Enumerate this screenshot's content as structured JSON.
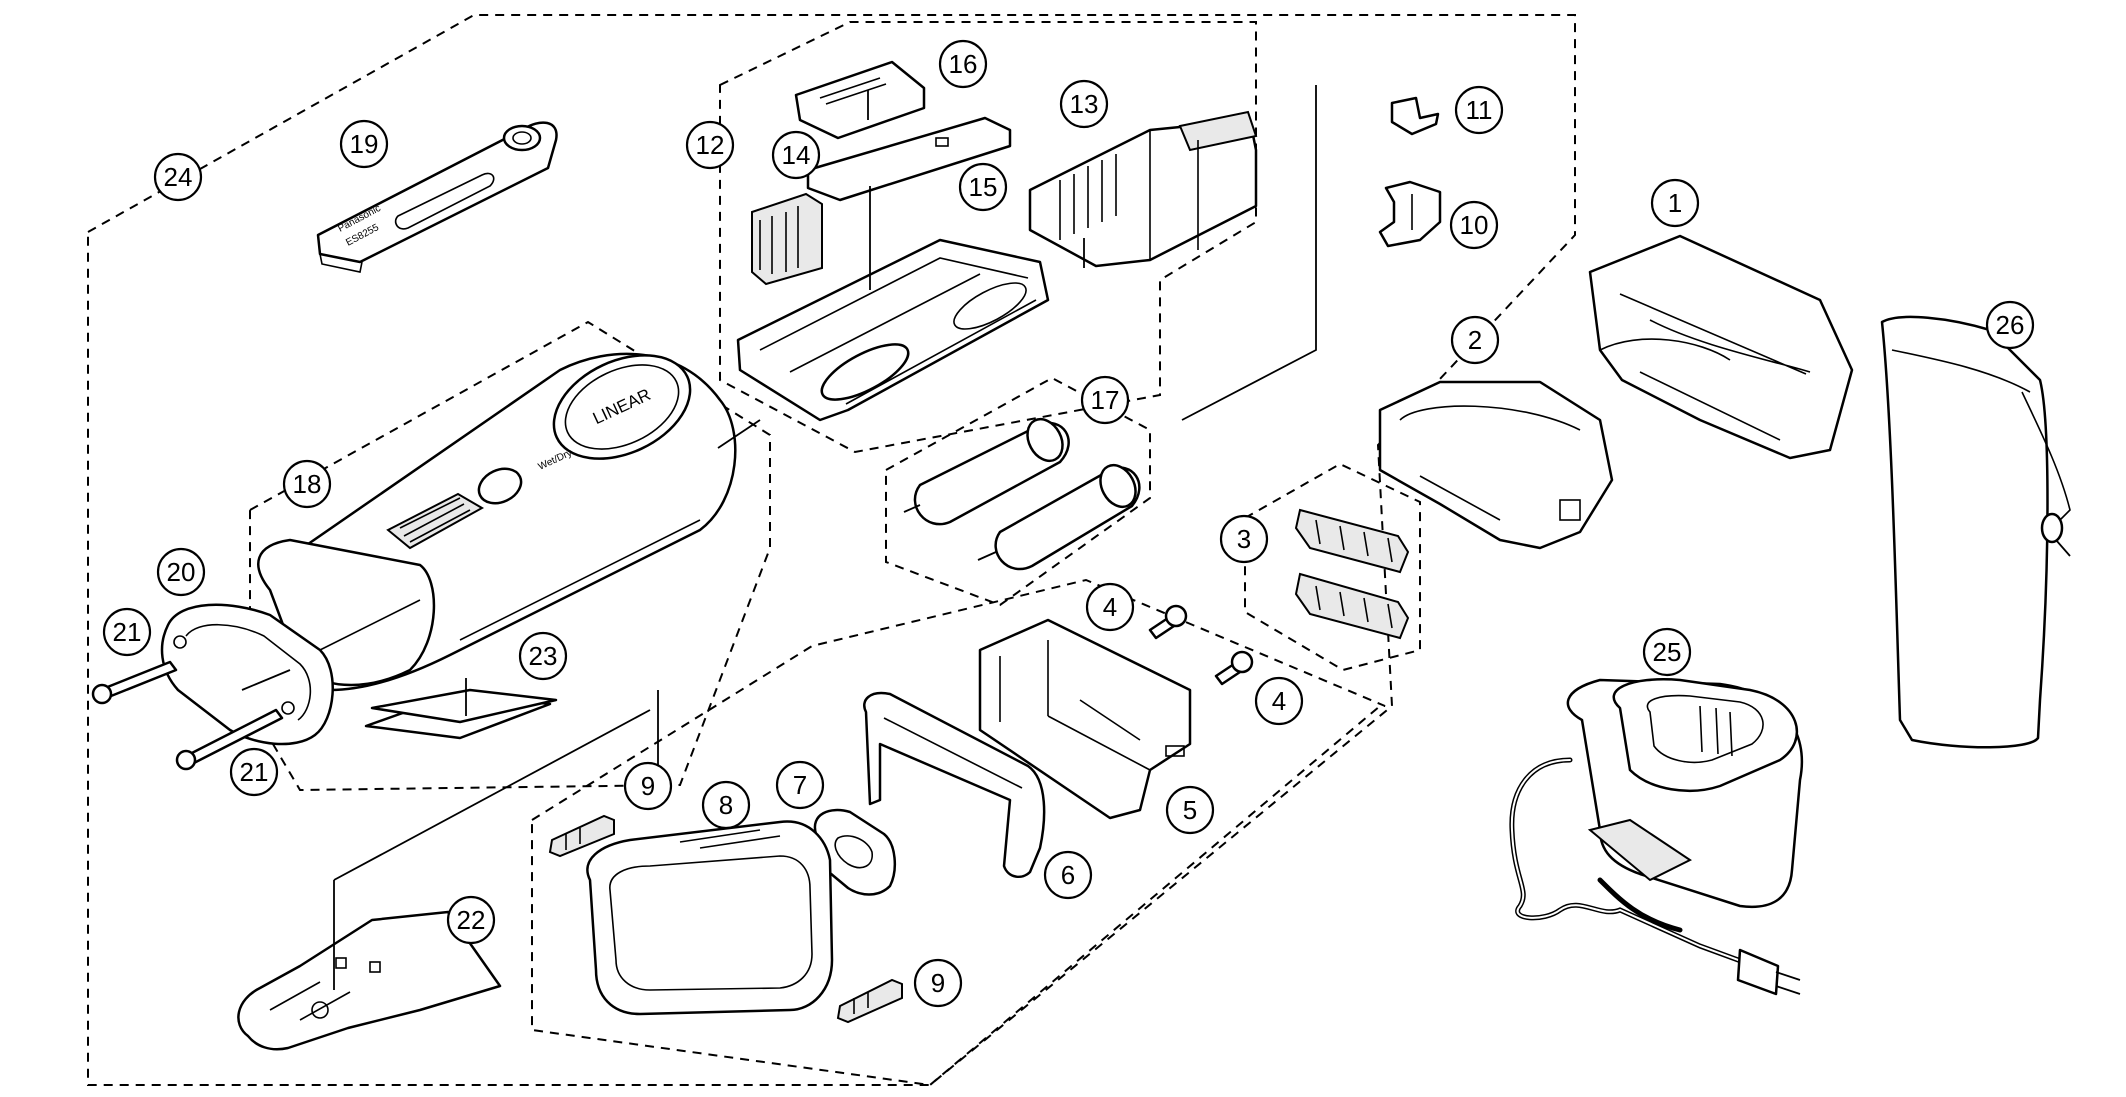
{
  "callouts": [
    {
      "id": "c1",
      "label": "1"
    },
    {
      "id": "c2",
      "label": "2"
    },
    {
      "id": "c3",
      "label": "3"
    },
    {
      "id": "c4a",
      "label": "4"
    },
    {
      "id": "c4b",
      "label": "4"
    },
    {
      "id": "c5",
      "label": "5"
    },
    {
      "id": "c6",
      "label": "6"
    },
    {
      "id": "c7",
      "label": "7"
    },
    {
      "id": "c8",
      "label": "8"
    },
    {
      "id": "c9a",
      "label": "9"
    },
    {
      "id": "c9b",
      "label": "9"
    },
    {
      "id": "c10",
      "label": "10"
    },
    {
      "id": "c11",
      "label": "11"
    },
    {
      "id": "c12",
      "label": "12"
    },
    {
      "id": "c13",
      "label": "13"
    },
    {
      "id": "c14",
      "label": "14"
    },
    {
      "id": "c15",
      "label": "15"
    },
    {
      "id": "c16",
      "label": "16"
    },
    {
      "id": "c17",
      "label": "17"
    },
    {
      "id": "c18",
      "label": "18"
    },
    {
      "id": "c19",
      "label": "19"
    },
    {
      "id": "c20",
      "label": "20"
    },
    {
      "id": "c21a",
      "label": "21"
    },
    {
      "id": "c21b",
      "label": "21"
    },
    {
      "id": "c22",
      "label": "22"
    },
    {
      "id": "c23",
      "label": "23"
    },
    {
      "id": "c24",
      "label": "24"
    },
    {
      "id": "c25",
      "label": "25"
    },
    {
      "id": "c26",
      "label": "26"
    }
  ],
  "product_text": {
    "switch_brand": "LINEAR",
    "brand": "Panasonic",
    "model": "ES8255",
    "body_marking": "Wet/Dry"
  }
}
